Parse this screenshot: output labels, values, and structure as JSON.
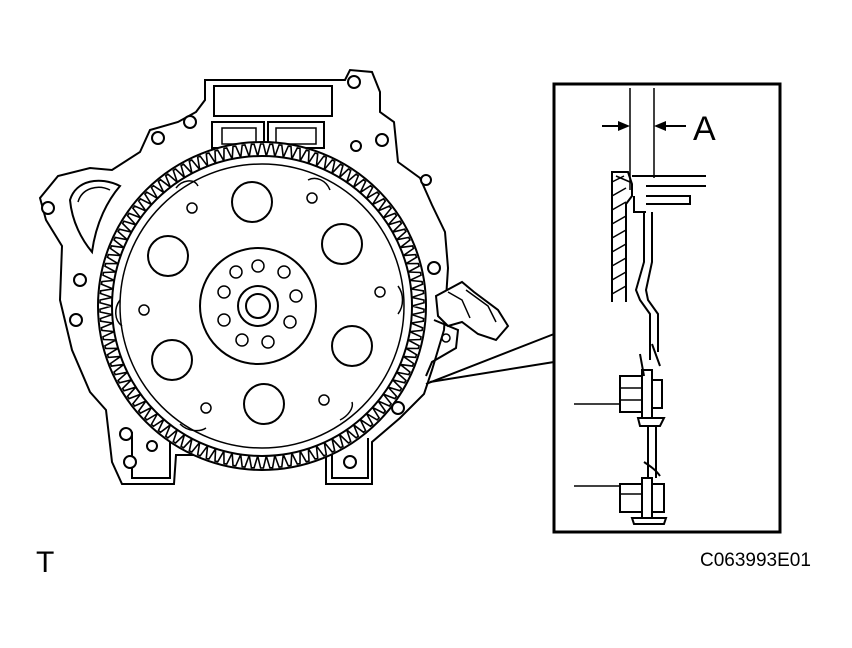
{
  "labels": {
    "dimension": "A",
    "view_mark": "T",
    "figure_code": "C063993E01"
  },
  "colors": {
    "line": "#000000",
    "background": "#ffffff"
  }
}
